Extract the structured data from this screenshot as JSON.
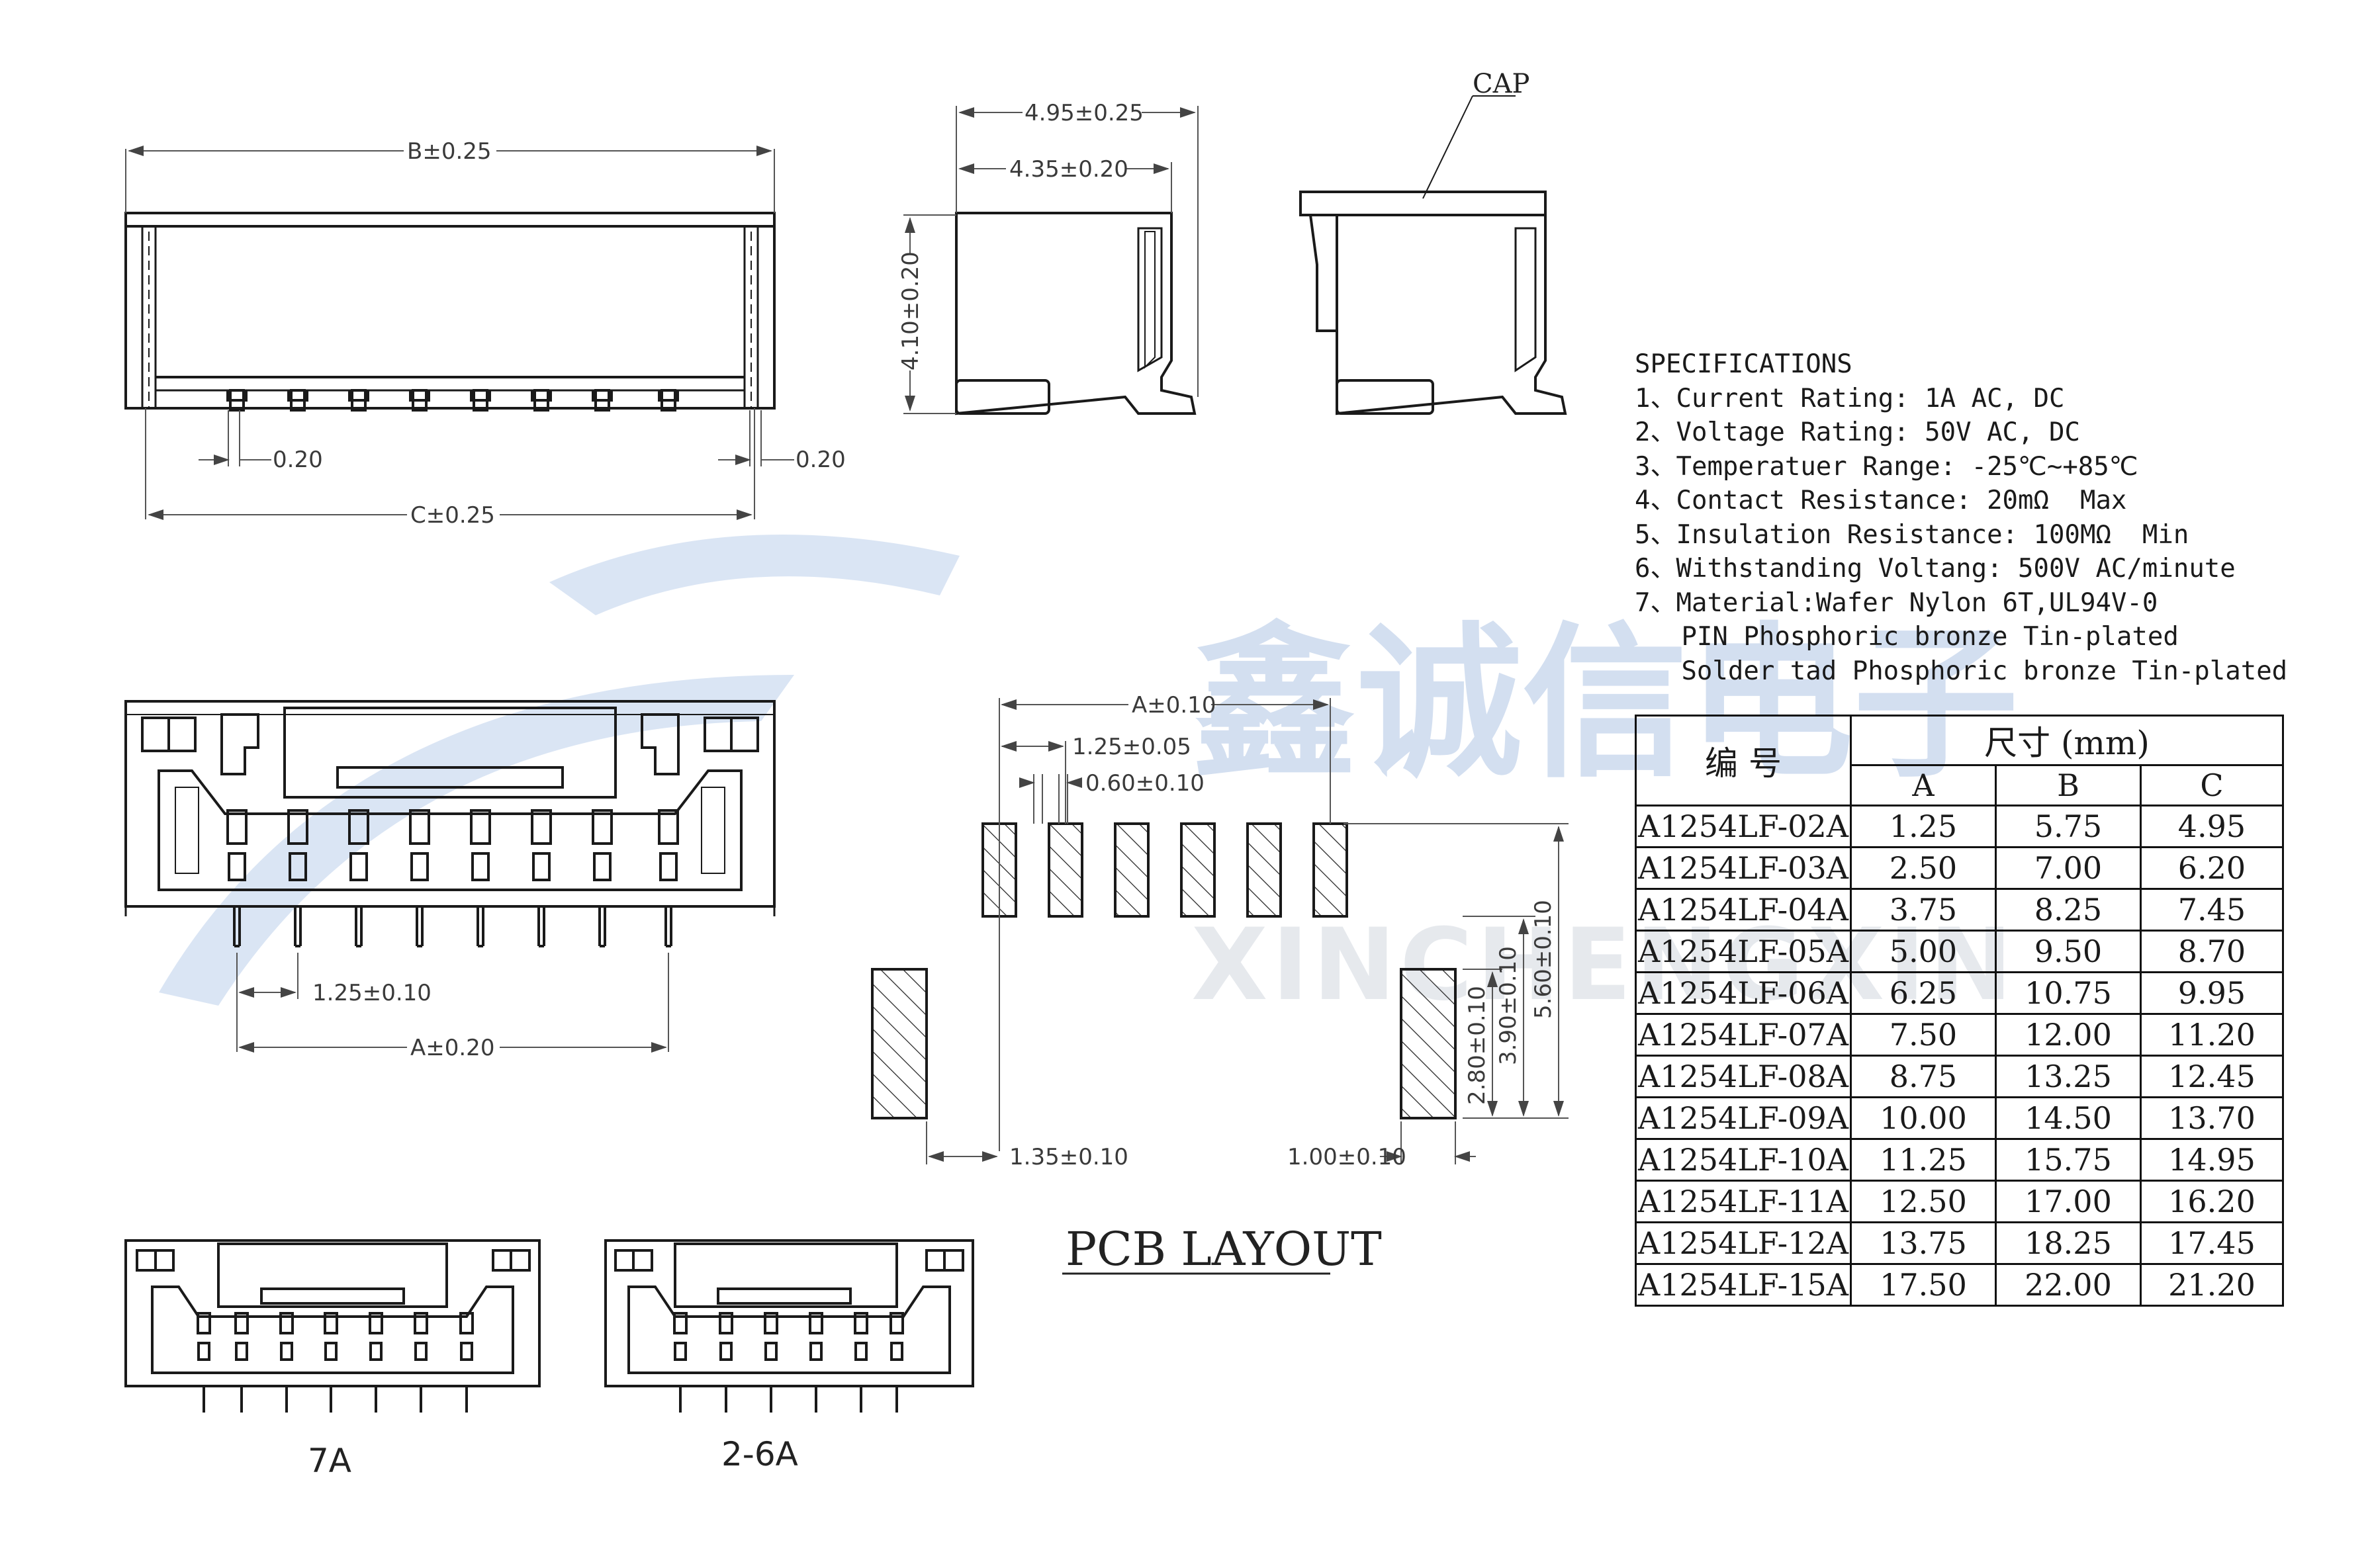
{
  "drawing": {
    "front_top": {
      "B_dim": "B±0.25",
      "C_dim": "C±0.25",
      "small_left": "0.20",
      "small_right": "0.20"
    },
    "side": {
      "w1": "4.95±0.25",
      "w2": "4.35±0.20",
      "h": "4.10±0.20"
    },
    "cap_label": "CAP",
    "bottom_view": {
      "pitch": "1.25±0.10",
      "A_dim": "A±0.20"
    },
    "pcb": {
      "A_dim": "A±0.10",
      "pitch": "1.25±0.05",
      "pad_w": "0.60±0.10",
      "left_off": "1.35±0.10",
      "right_off": "1.00±0.10",
      "h1": "2.80±0.10",
      "h2": "3.90±0.10",
      "h3": "5.60±0.10",
      "title": "PCB LAYOUT"
    },
    "variants": {
      "seven": "7A",
      "two_six": "2-6A"
    }
  },
  "specs": {
    "heading": "SPECIFICATIONS",
    "lines": [
      "1、Current Rating: 1A AC, DC",
      "2、Voltage Rating: 50V AC, DC",
      "3、Temperatuer Range: -25℃~+85℃",
      "4、Contact Resistance: 20mΩ  Max",
      "5、Insulation Resistance: 100MΩ  Min",
      "6、Withstanding Voltang: 500V AC/minute",
      "7、Material:Wafer Nylon 6T,UL94V-0",
      "   PIN Phosphoric bronze Tin-plated",
      "   Solder tad Phosphoric bronze Tin-plated"
    ]
  },
  "table": {
    "col_part": "编   号",
    "col_size": "尺寸 (mm)",
    "col_a": "A",
    "col_b": "B",
    "col_c": "C",
    "rows": [
      [
        "A1254LF-02A",
        "1.25",
        "5.75",
        "4.95"
      ],
      [
        "A1254LF-03A",
        "2.50",
        "7.00",
        "6.20"
      ],
      [
        "A1254LF-04A",
        "3.75",
        "8.25",
        "7.45"
      ],
      [
        "A1254LF-05A",
        "5.00",
        "9.50",
        "8.70"
      ],
      [
        "A1254LF-06A",
        "6.25",
        "10.75",
        "9.95"
      ],
      [
        "A1254LF-07A",
        "7.50",
        "12.00",
        "11.20"
      ],
      [
        "A1254LF-08A",
        "8.75",
        "13.25",
        "12.45"
      ],
      [
        "A1254LF-09A",
        "10.00",
        "14.50",
        "13.70"
      ],
      [
        "A1254LF-10A",
        "11.25",
        "15.75",
        "14.95"
      ],
      [
        "A1254LF-11A",
        "12.50",
        "17.00",
        "16.20"
      ],
      [
        "A1254LF-12A",
        "13.75",
        "18.25",
        "17.45"
      ],
      [
        "A1254LF-15A",
        "17.50",
        "22.00",
        "21.20"
      ]
    ]
  },
  "watermark": {
    "cn": "鑫诚信电子",
    "en": "XINCHENGXIN"
  }
}
